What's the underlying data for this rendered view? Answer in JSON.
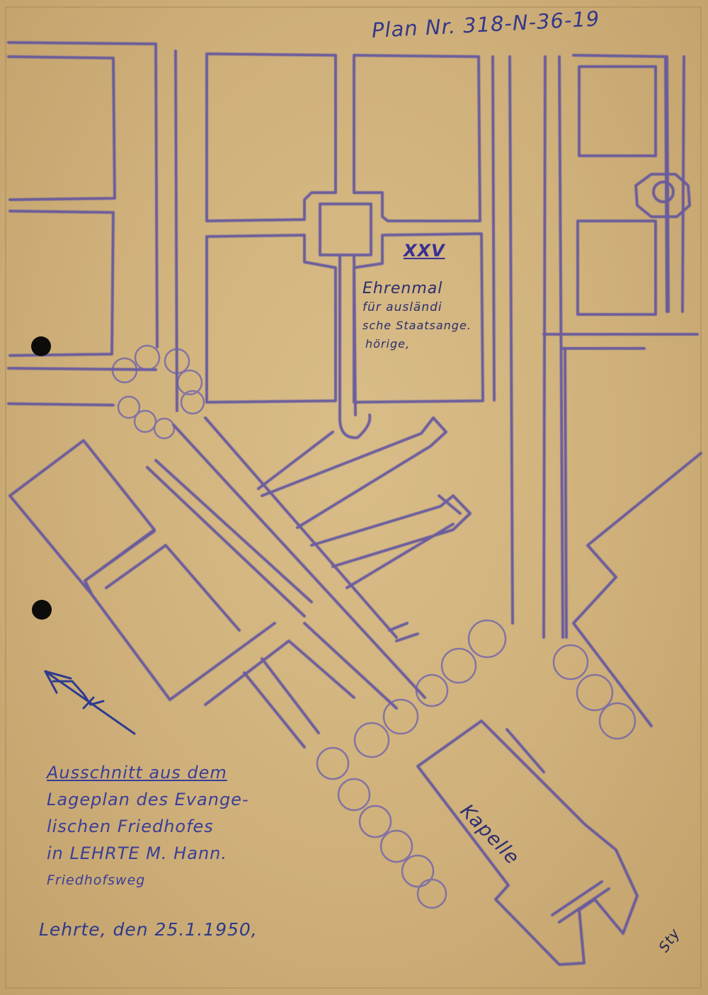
{
  "document": {
    "plan_number": "Plan Nr. 318-N-36-19",
    "grave_marker": "XXV",
    "memorial_label": [
      "Ehrenmal",
      "für ausländi",
      "sche Staatsange.",
      "hörige,"
    ],
    "chapel_label": "Kapelle",
    "legend_lines": [
      "Ausschnitt aus dem",
      "Lageplan des Evange-",
      "lischen Friedhofes",
      "in LEHRTE M. Hann.",
      "Friedhofsweg"
    ],
    "date_line": "Lehrte, den 25.1.1950,",
    "initials": "Sty"
  },
  "colors": {
    "paper": "#d3b57f",
    "pencil": "#55509f",
    "ink": "#2f3e8f"
  },
  "icons": {
    "north_arrow": "north-arrow-icon"
  }
}
